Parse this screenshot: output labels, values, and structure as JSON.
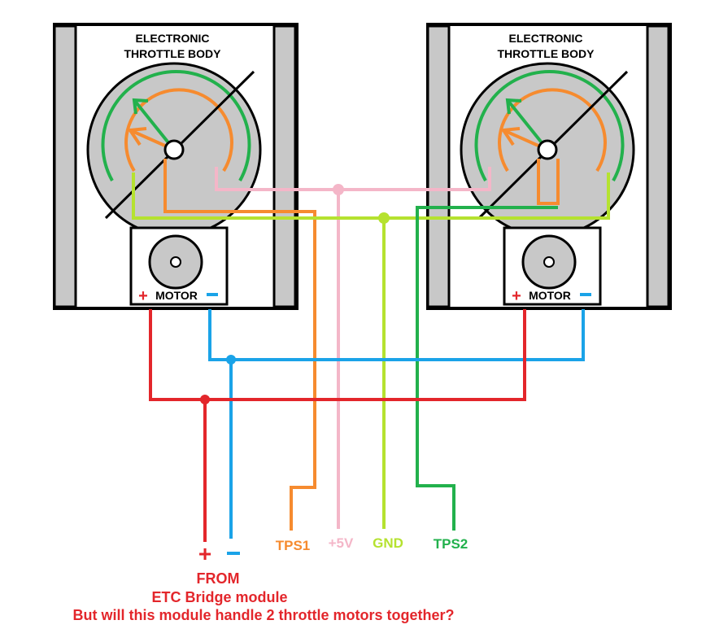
{
  "left_body": {
    "title_line1": "ELECTRONIC",
    "title_line2": "THROTTLE BODY",
    "motor_label": "MOTOR",
    "motor_plus": "+",
    "motor_minus": "-"
  },
  "right_body": {
    "title_line1": "ELECTRONIC",
    "title_line2": "THROTTLE BODY",
    "motor_label": "MOTOR",
    "motor_plus": "+",
    "motor_minus": "-"
  },
  "terminals": {
    "plus": "+",
    "minus": "-",
    "tps1": "TPS1",
    "v5": "+5V",
    "gnd": "GND",
    "tps2": "TPS2"
  },
  "footer": {
    "from": "FROM",
    "module": "ETC Bridge module",
    "question": "But will this module handle 2 throttle motors together?"
  },
  "colors": {
    "red": "#e3262b",
    "blue": "#1aa3e8",
    "orange": "#f68b2f",
    "pink": "#f4b6c8",
    "lime": "#b5e22f",
    "green": "#22b14c",
    "gray": "#c8c8c8",
    "black": "#000000"
  }
}
